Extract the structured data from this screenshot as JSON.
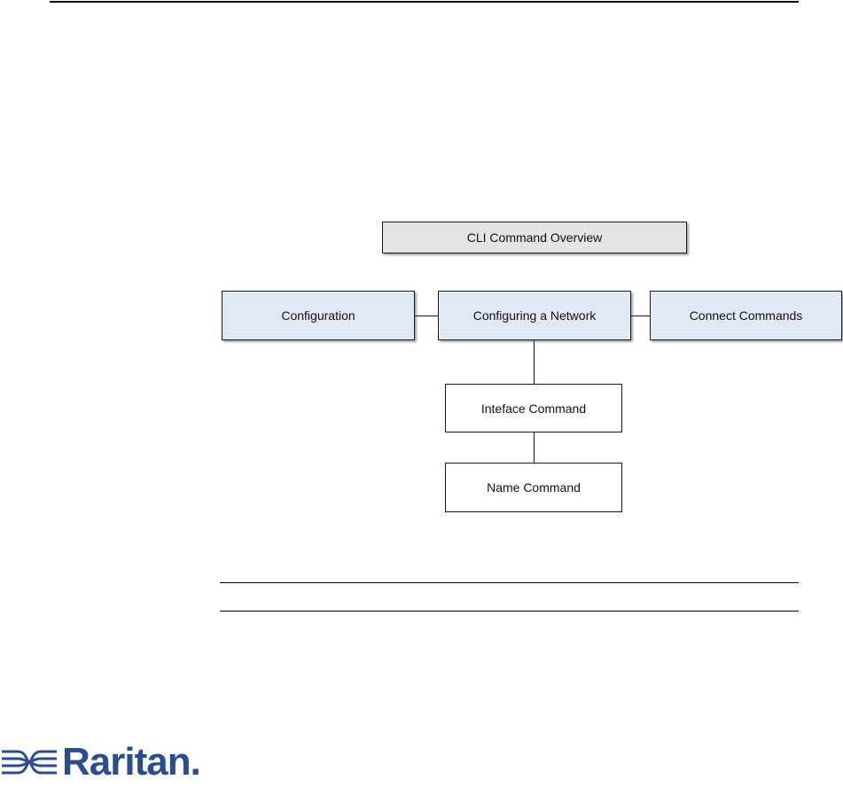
{
  "diagram": {
    "root": "CLI Command Overview",
    "sections": {
      "configuration": "Configuration",
      "configuring_network": "Configuring a Network",
      "connect_commands": "Connect Commands"
    },
    "children": {
      "interface_command": "Inteface Command",
      "name_command": "Name Command"
    }
  },
  "logo": {
    "text": "Raritan.",
    "color": "#2a4d8f",
    "icon": "raritan-logo-icon"
  }
}
